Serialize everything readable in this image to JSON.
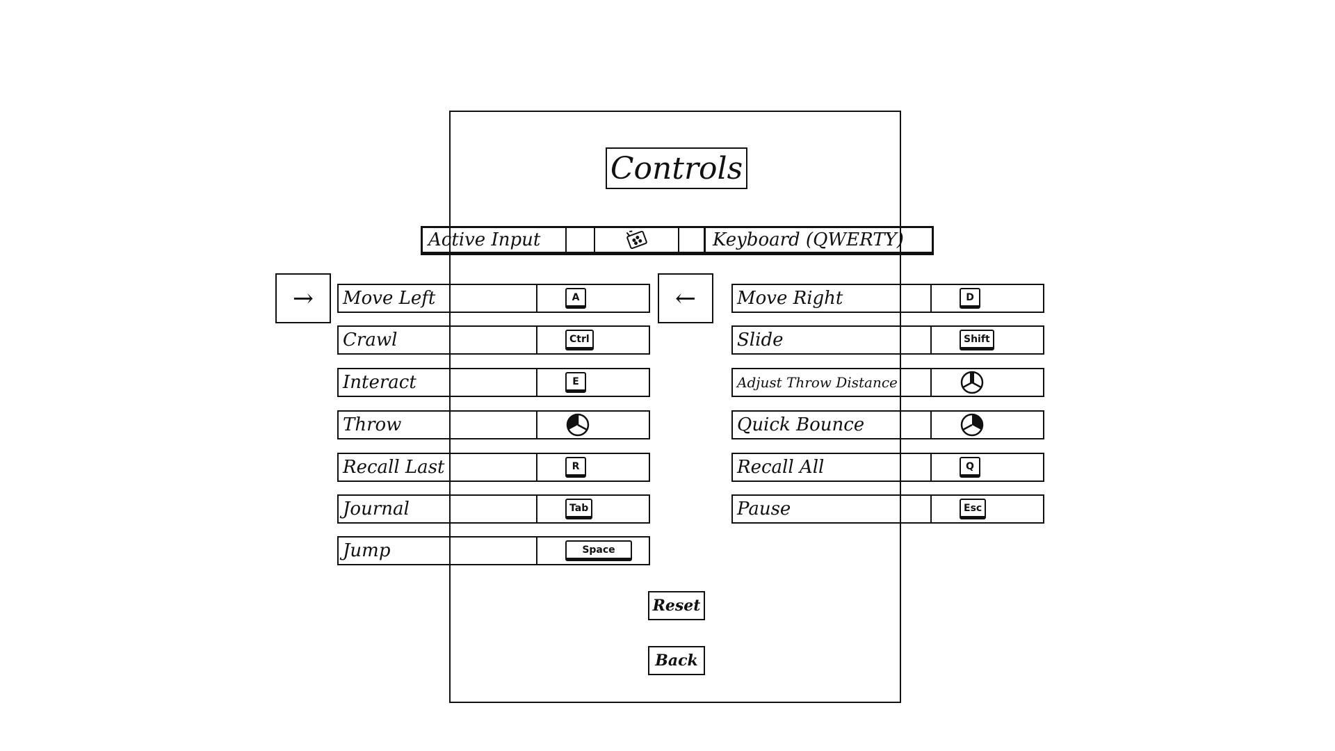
{
  "title": "Controls",
  "input_bar": {
    "label": "Active Input",
    "device_icon": "gamepad-icon",
    "value": "Keyboard (QWERTY)"
  },
  "nav": {
    "left_arrow": "→",
    "right_arrow": "←"
  },
  "left_bindings": [
    {
      "action": "Move Left",
      "key": "A",
      "kind": "key"
    },
    {
      "action": "Crawl",
      "key": "Ctrl",
      "kind": "key"
    },
    {
      "action": "Interact",
      "key": "E",
      "kind": "key"
    },
    {
      "action": "Throw",
      "key": "left-mouse-icon",
      "kind": "mouse"
    },
    {
      "action": "Recall Last",
      "key": "R",
      "kind": "key"
    },
    {
      "action": "Journal",
      "key": "Tab",
      "kind": "key"
    },
    {
      "action": "Jump",
      "key": "Space",
      "kind": "key"
    }
  ],
  "right_bindings": [
    {
      "action": "Move Right",
      "key": "D",
      "kind": "key"
    },
    {
      "action": "Slide",
      "key": "Shift",
      "kind": "key"
    },
    {
      "action": "Adjust Throw Distance",
      "key": "mouse-wheel-icon",
      "kind": "mouse"
    },
    {
      "action": "Quick Bounce",
      "key": "right-mouse-icon",
      "kind": "mouse"
    },
    {
      "action": "Recall All",
      "key": "Q",
      "kind": "key"
    },
    {
      "action": "Pause",
      "key": "Esc",
      "kind": "key"
    }
  ],
  "buttons": {
    "reset": "Reset",
    "back": "Back"
  }
}
